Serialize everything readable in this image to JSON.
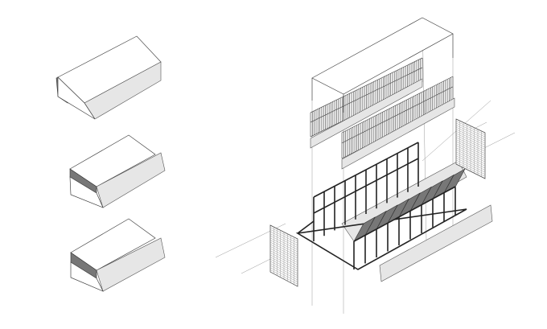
{
  "diagram": {
    "type": "exploded axonometric architectural drawing",
    "views": [
      "phase-1-model",
      "phase-2-model",
      "phase-3-model",
      "exploded-axonometric"
    ],
    "colors": {
      "line": "#555555",
      "fill_light": "#e6e6e6",
      "fill_dark": "#777777",
      "background": "#ffffff"
    }
  }
}
